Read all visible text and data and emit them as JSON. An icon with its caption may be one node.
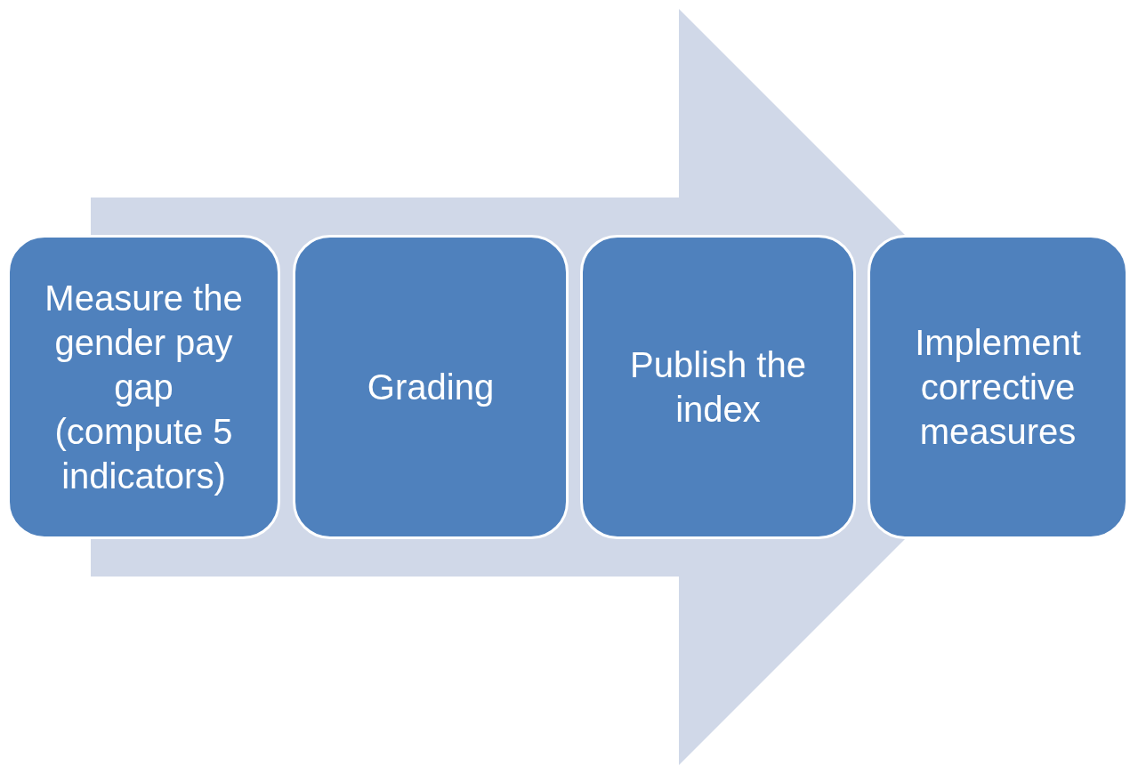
{
  "diagram": {
    "nodes": [
      {
        "text": [
          "Measure the gender pay gap (compute 5 indicators)"
        ]
      },
      {
        "text": [
          "Grading"
        ]
      },
      {
        "text": [
          "Publish the index"
        ]
      },
      {
        "text": [
          "Implement corrective measures"
        ]
      }
    ],
    "edges": [
      {
        "from": 0,
        "to": 3,
        "arrow": "to"
      }
    ]
  }
}
